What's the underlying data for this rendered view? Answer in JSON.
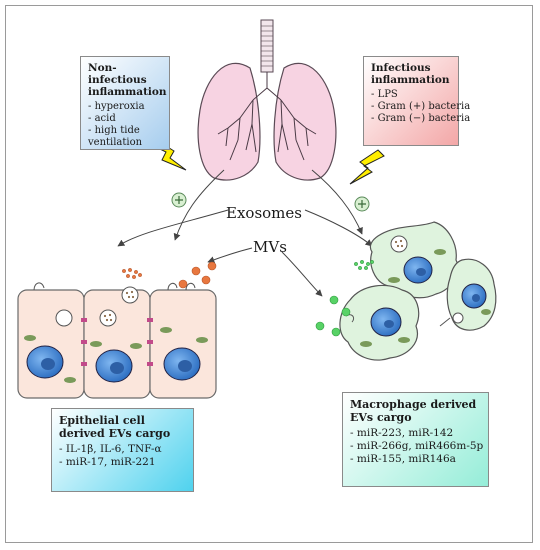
{
  "non_infectious": {
    "title": "Non-infectious inflammation",
    "items": [
      "hyperoxia",
      "acid",
      "high tide ventilation"
    ]
  },
  "infectious": {
    "title": "Infectious inflammation",
    "items": [
      "LPS",
      "Gram (+) bacteria",
      "Gram (−) bacteria"
    ]
  },
  "labels": {
    "exosomes": "Exosomes",
    "mvs": "MVs"
  },
  "epithelial_cargo": {
    "title": "Epithelial cell derived EVs cargo",
    "items": [
      "IL-1β, IL-6, TNF-α",
      "miR-17, miR-221"
    ]
  },
  "macrophage_cargo": {
    "title": "Macrophage derived EVs cargo",
    "items": [
      "miR-223, miR-142",
      "miR-266g, miR466m-5p",
      "miR-155, miR146a"
    ]
  },
  "colors": {
    "lung_fill": "#f7d3e2",
    "lung_stroke": "#5a4a55",
    "epithelial_fill": "#fbe6dc",
    "macrophage_fill": "#dff3de",
    "nucleus": "#3f86d3",
    "lightning": "#ffee00",
    "mv_orange": "#e8773f",
    "mv_green": "#58d266"
  },
  "icons": [
    "lightning-bolt-icon",
    "plus-circle-icon",
    "lung-icon",
    "arrow-icon"
  ]
}
